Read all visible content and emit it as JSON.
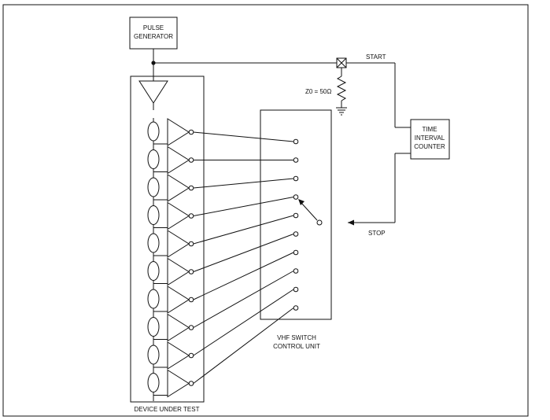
{
  "labels": {
    "pulse_generator_line1": "PULSE",
    "pulse_generator_line2": "GENERATOR",
    "start": "START",
    "stop": "STOP",
    "impedance": "Z0 = 50Ω",
    "time_interval_counter_line1": "TIME",
    "time_interval_counter_line2": "INTERVAL",
    "time_interval_counter_line3": "COUNTER",
    "vhf_switch_line1": "VHF SWITCH",
    "vhf_switch_line2": "CONTROL UNIT",
    "device_under_test": "DEVICE UNDER TEST"
  },
  "buffer_stage_count": 10,
  "switch_input_count": 10
}
